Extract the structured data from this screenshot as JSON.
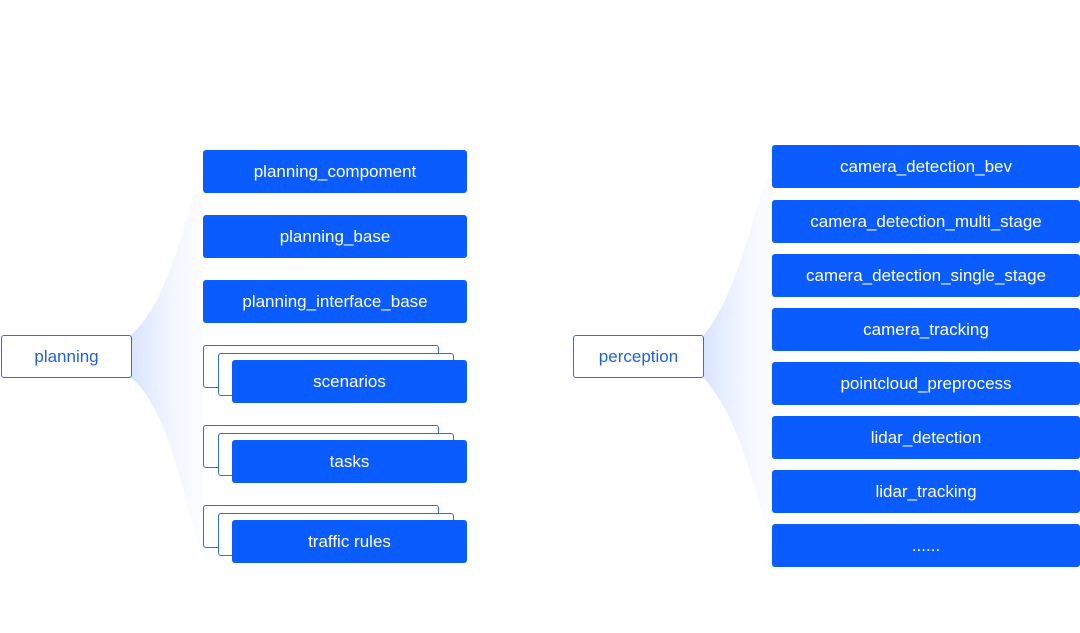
{
  "colors": {
    "node_fill": "#0a5cff",
    "root_border": "#2e6bf0",
    "root_text": "#1f5fe6",
    "fan": "#dfe8ff"
  },
  "planning": {
    "root": "planning",
    "children": [
      "planning_compoment",
      "planning_base",
      "planning_interface_base"
    ],
    "stacked_children": [
      "scenarios",
      "tasks",
      "traffic rules"
    ]
  },
  "perception": {
    "root": "perception",
    "children": [
      "camera_detection_bev",
      "camera_detection_multi_stage",
      "camera_detection_single_stage",
      "camera_tracking",
      "pointcloud_preprocess",
      "lidar_detection",
      "lidar_tracking",
      "......"
    ]
  }
}
